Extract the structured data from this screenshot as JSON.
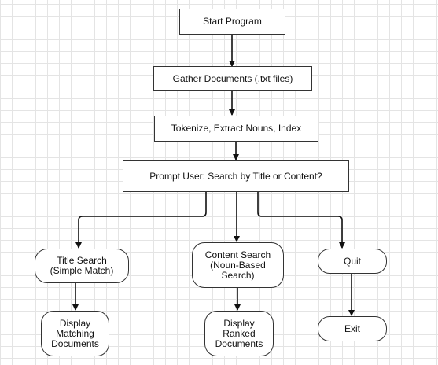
{
  "diagram": {
    "nodes": {
      "start": "Start Program",
      "gather": "Gather Documents (.txt files)",
      "tokenize": "Tokenize, Extract Nouns, Index",
      "prompt": "Prompt User: Search by Title or Content?",
      "title_search": "Title Search\n(Simple Match)",
      "content_search": "Content Search\n(Noun-Based\nSearch)",
      "quit": "Quit",
      "display_matching": "Display\nMatching\nDocuments",
      "display_ranked": "Display\nRanked\nDocuments",
      "exit": "Exit"
    },
    "edges": [
      {
        "from": "start",
        "to": "gather"
      },
      {
        "from": "gather",
        "to": "tokenize"
      },
      {
        "from": "tokenize",
        "to": "prompt"
      },
      {
        "from": "prompt",
        "to": "title_search"
      },
      {
        "from": "prompt",
        "to": "content_search"
      },
      {
        "from": "prompt",
        "to": "quit"
      },
      {
        "from": "title_search",
        "to": "display_matching"
      },
      {
        "from": "content_search",
        "to": "display_ranked"
      },
      {
        "from": "quit",
        "to": "exit"
      }
    ],
    "colors": {
      "stroke": "#333333",
      "text": "#111111",
      "grid": "#e4e4e4",
      "background": "#ffffff"
    }
  }
}
